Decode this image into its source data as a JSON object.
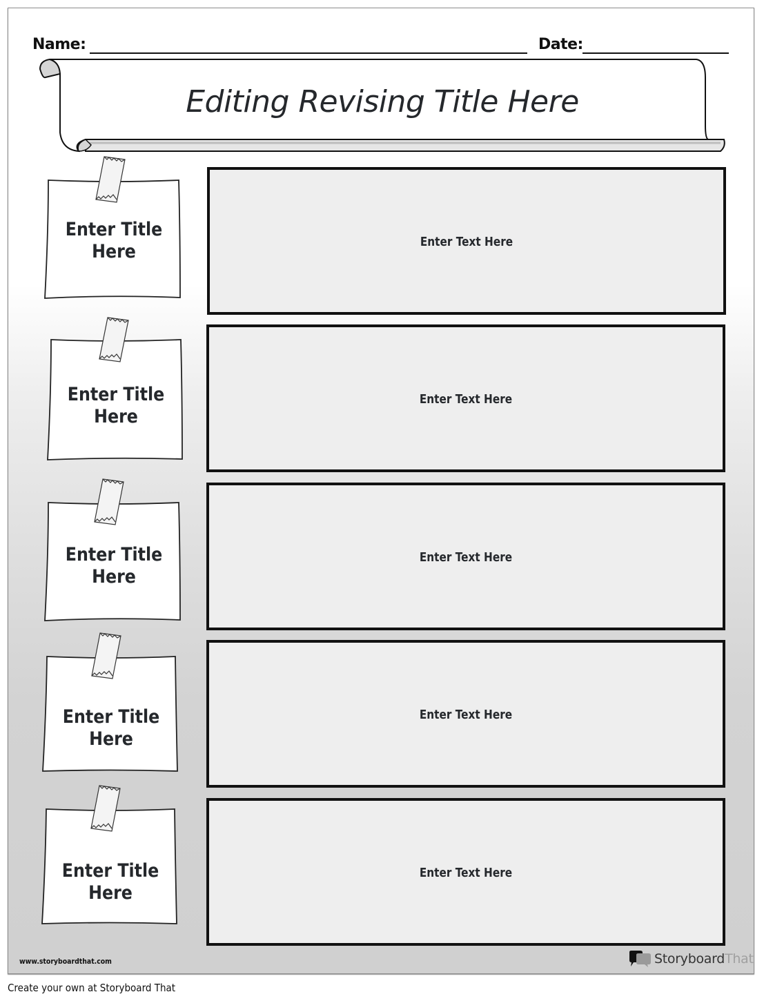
{
  "header": {
    "name_label": "Name:",
    "date_label": "Date:"
  },
  "banner": {
    "title": "Editing Revising Title Here"
  },
  "rows": [
    {
      "note_title_line1": "Enter Title",
      "note_title_line2": "Here",
      "text": "Enter Text Here"
    },
    {
      "note_title_line1": "Enter Title",
      "note_title_line2": "Here",
      "text": "Enter Text Here"
    },
    {
      "note_title_line1": "Enter Title",
      "note_title_line2": "Here",
      "text": "Enter Text Here"
    },
    {
      "note_title_line1": "Enter Title",
      "note_title_line2": "Here",
      "text": "Enter Text Here"
    },
    {
      "note_title_line1": "Enter Title",
      "note_title_line2": "Here",
      "text": "Enter Text Here"
    }
  ],
  "footer": {
    "url": "www.storyboardthat.com",
    "brand_story": "Storyboard",
    "brand_that": "That",
    "logo_icon": "speech-bubbles-icon",
    "caption": "Create your own at Storyboard That"
  },
  "colors": {
    "text": "#25282c",
    "box_fill": "#eeeeee",
    "border": "#111111",
    "brand_that": "#a0a0a0"
  }
}
